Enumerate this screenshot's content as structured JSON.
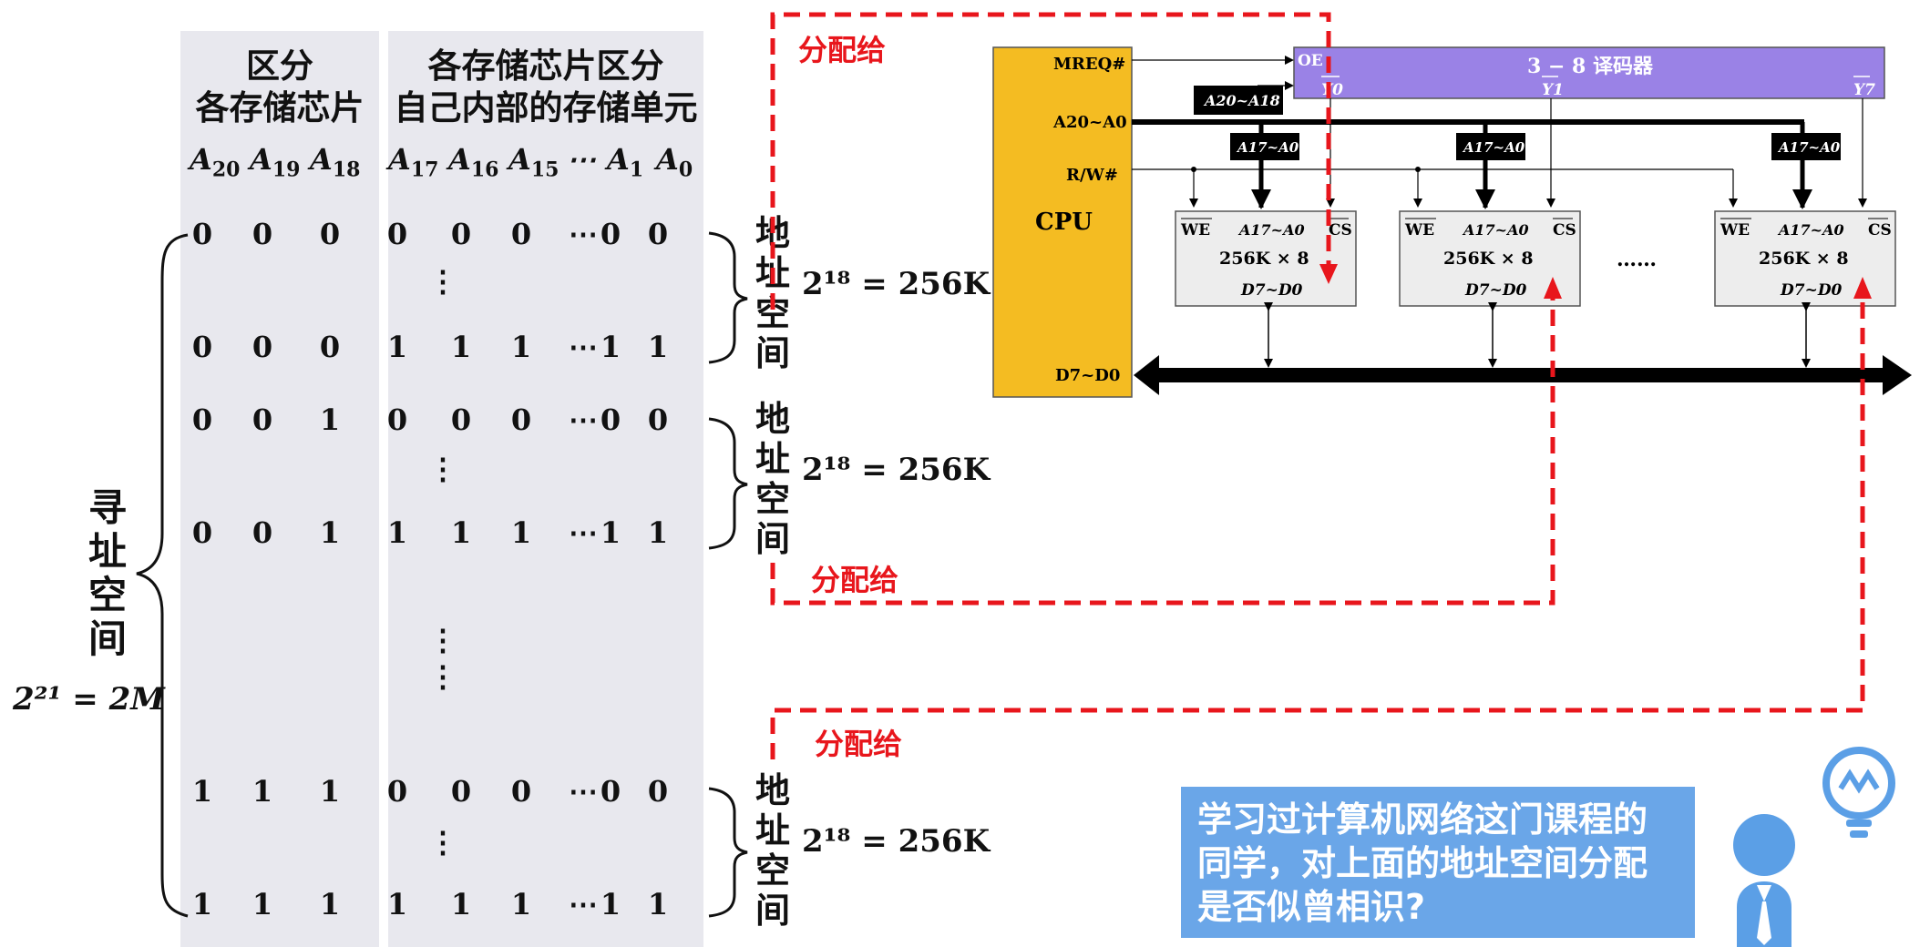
{
  "left_table": {
    "header_left": "区分\n各存储芯片",
    "header_right": "各存储芯片区分\n自己内部的存储单元",
    "bit_labels": [
      "A20",
      "A19",
      "A18",
      "A17",
      "A16",
      "A15",
      "⋯",
      "A1",
      "A0"
    ],
    "rows": [
      [
        "0",
        "0",
        "0",
        "0",
        "0",
        "0",
        "⋯",
        "0",
        "0"
      ],
      [
        "0",
        "0",
        "0",
        "1",
        "1",
        "1",
        "⋯",
        "1",
        "1"
      ],
      [
        "0",
        "0",
        "1",
        "0",
        "0",
        "0",
        "⋯",
        "0",
        "0"
      ],
      [
        "0",
        "0",
        "1",
        "1",
        "1",
        "1",
        "⋯",
        "1",
        "1"
      ],
      [
        "1",
        "1",
        "1",
        "0",
        "0",
        "0",
        "⋯",
        "0",
        "0"
      ],
      [
        "1",
        "1",
        "1",
        "1",
        "1",
        "1",
        "⋯",
        "1",
        "1"
      ]
    ],
    "dots": "⋮"
  },
  "addressing_space": {
    "label": "寻址空间",
    "size": "2²¹ = 2M"
  },
  "address_space_label": "地址空间",
  "block_size": "2¹⁸ = 256K",
  "red_labels": [
    "分配给",
    "分配给",
    "分配给"
  ],
  "circuit": {
    "cpu_label": "CPU",
    "cpu_signals": [
      "MREQ#",
      "A20~A0",
      "R/W#",
      "D7~D0"
    ],
    "decoder_title": "3 − 8 译码器",
    "decoder_enable": "OE",
    "decoder_outputs": [
      "Y0",
      "Y1",
      "Y7"
    ],
    "bus_tags": [
      "A20~A18",
      "A17~A0",
      "A17~A0",
      "A17~A0"
    ],
    "chip_pins": [
      "WE",
      "A17~A0",
      "CS"
    ],
    "chip_capacity": "256K × 8",
    "chip_data": "D7~D0",
    "ellipsis": "……"
  },
  "note_text": "学习过计算机网络这门课程的同学，对上面的地址空间分配是否似曾相识?",
  "colors": {
    "column_bg": "#e8e8ee",
    "cpu_fill": "#f4bc22",
    "decoder_fill": "#9a82e6",
    "chip_fill": "#ededed",
    "red_dashed": "#e8161c",
    "note_bg": "#6aa6e8",
    "person_icon": "#5b9fe6"
  }
}
